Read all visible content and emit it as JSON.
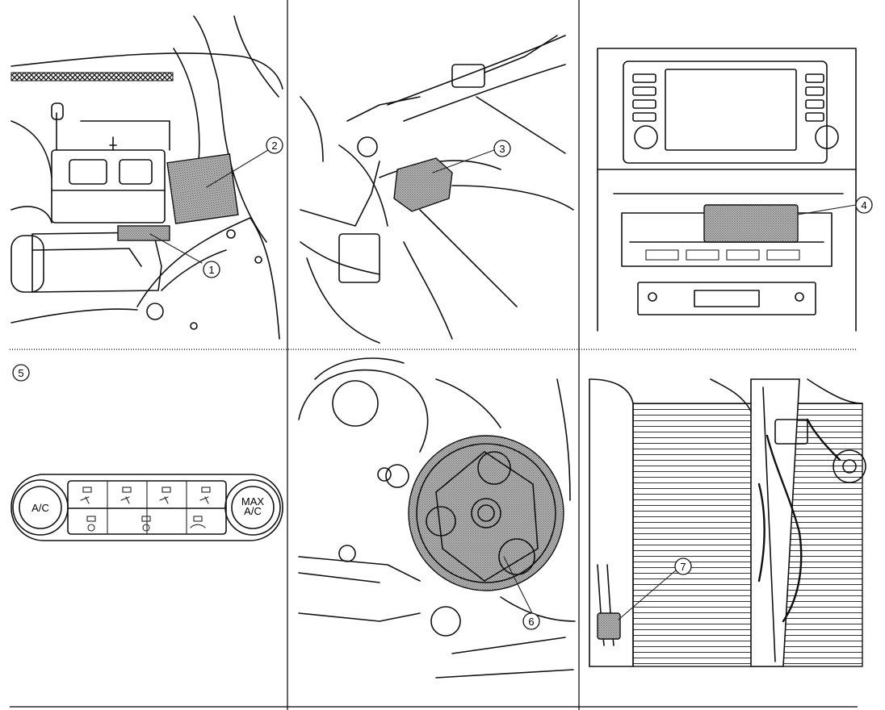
{
  "callouts": {
    "c1": "1",
    "c2": "2",
    "c3": "3",
    "c4": "4",
    "c5": "5",
    "c6": "6",
    "c7": "7"
  },
  "control_panel": {
    "left_knob_label": "A/C",
    "right_knob_label_line1": "MAX",
    "right_knob_label_line2": "A/C"
  },
  "colors": {
    "line": "#111111",
    "highlight_fill": "#9a9a9a",
    "background": "#ffffff"
  }
}
